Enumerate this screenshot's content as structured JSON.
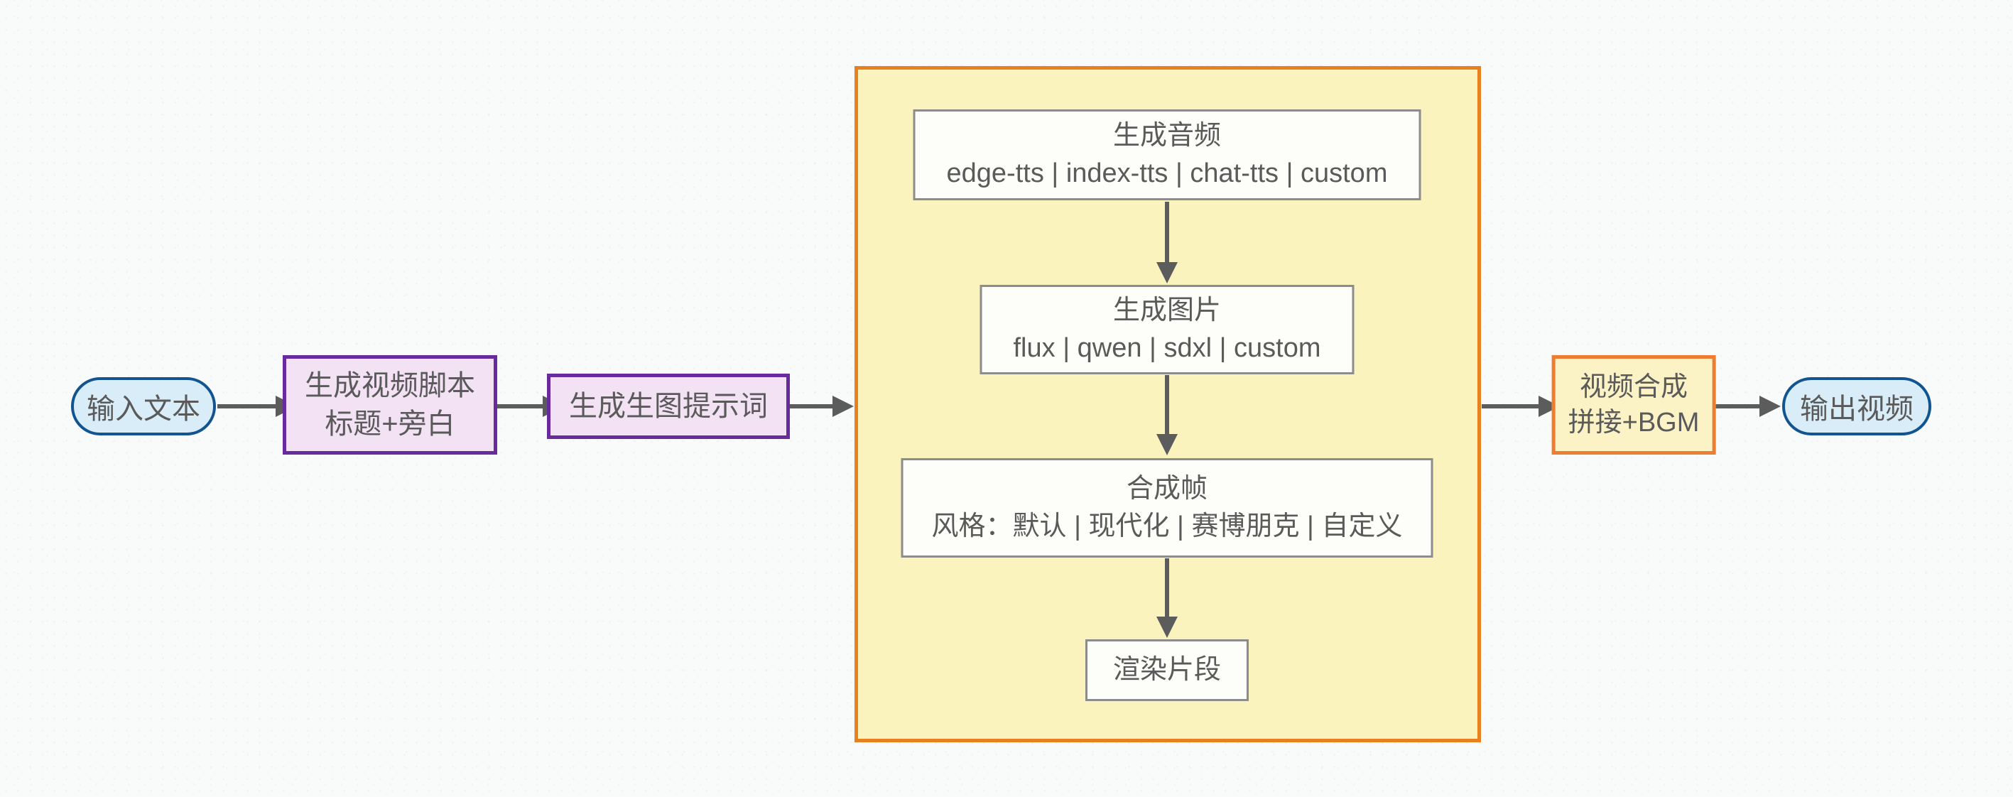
{
  "diagram": {
    "nodes": {
      "input": {
        "type": "terminal",
        "label": "输入文本"
      },
      "script": {
        "type": "process",
        "line1": "生成视频脚本",
        "line2": "标题+旁白"
      },
      "prompt": {
        "type": "process",
        "label": "生成生图提示词"
      },
      "pipeline": {
        "type": "container"
      },
      "audio": {
        "type": "substep",
        "line1": "生成音频",
        "line2": "edge-tts | index-tts | chat-tts | custom"
      },
      "image": {
        "type": "substep",
        "line1": "生成图片",
        "line2": "flux | qwen | sdxl | custom"
      },
      "frame": {
        "type": "substep",
        "line1": "合成帧",
        "line2": "风格：默认 | 现代化 | 赛博朋克 | 自定义"
      },
      "render": {
        "type": "substep",
        "label": "渲染片段"
      },
      "compose": {
        "type": "process-highlight",
        "line1": "视频合成",
        "line2": "拼接+BGM"
      },
      "output": {
        "type": "terminal",
        "label": "输出视频"
      }
    },
    "edges": [
      {
        "from": "input",
        "to": "script"
      },
      {
        "from": "script",
        "to": "prompt"
      },
      {
        "from": "prompt",
        "to": "pipeline"
      },
      {
        "from": "audio",
        "to": "image"
      },
      {
        "from": "image",
        "to": "frame"
      },
      {
        "from": "frame",
        "to": "render"
      },
      {
        "from": "pipeline",
        "to": "compose"
      },
      {
        "from": "compose",
        "to": "output"
      }
    ],
    "colors": {
      "background": "#f9fafa",
      "terminal_fill": "#d9edf8",
      "terminal_border": "#11548f",
      "process_fill": "#f2e2f4",
      "process_border": "#672b9e",
      "container_fill": "#fbf3bd",
      "container_border": "#e8801f",
      "substep_fill": "#fdfdfa",
      "substep_border": "#8c8c8c",
      "compose_fill": "#fbf3c6",
      "compose_border": "#ed7d31",
      "arrow": "#5c5c5c",
      "text": "#5a5a5a"
    }
  }
}
